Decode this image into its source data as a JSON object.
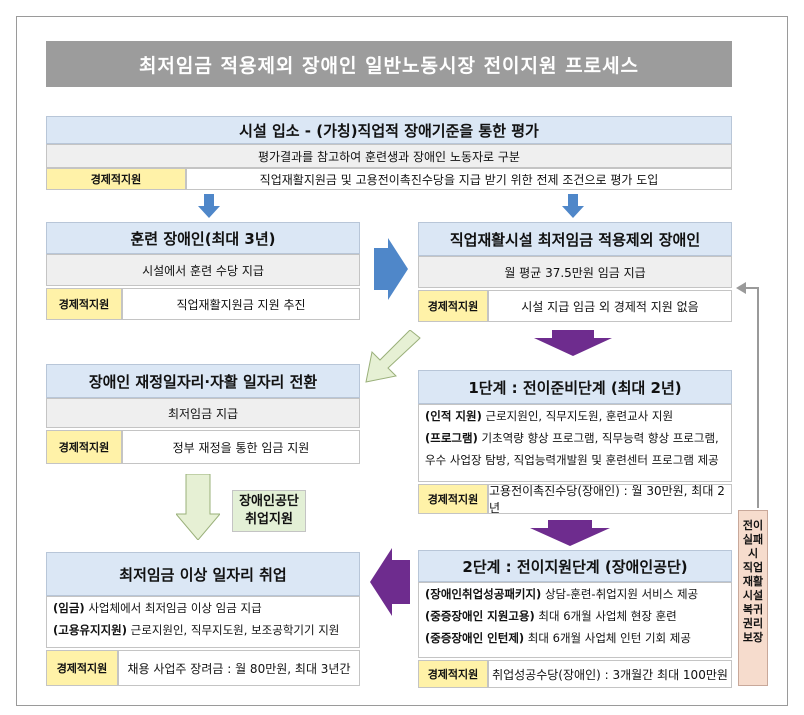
{
  "title": "최저임금 적용제외 장애인 일반노동시장 전이지원 프로세스",
  "econ_label": "경제적지원",
  "top": {
    "heading": "시설 입소 - (가칭)직업적 장애기준을 통한 평가",
    "desc": "평가결과를 참고하여 훈련생과 장애인 노동자로 구분",
    "econ": "직업재활지원금 및 고용전이촉진수당을 지급 받기 위한 전제 조건으로 평가 도입"
  },
  "trainee": {
    "heading": "훈련 장애인(최대 3년)",
    "desc": "시설에서 훈련 수당 지급",
    "econ": "직업재활지원금 지원 추진"
  },
  "excluded": {
    "heading": "직업재활시설 최저임금 적용제외 장애인",
    "desc": "월 평균 37.5만원 임금 지급",
    "econ": "시설 지급 임금 외 경제적 지원 없음"
  },
  "stage1": {
    "heading": "1단계 : 전이준비단계 (최대 2년)",
    "line1_tag": "(인적 지원)",
    "line1_text": " 근로지원인, 직무지도원, 훈련교사 지원",
    "line2_tag": "(프로그램)",
    "line2_text": " 기초역량 향상 프로그램, 직무능력 향상 프로그램,",
    "line3_text": "우수 사업장 탐방, 직업능력개발원 및 훈련센터 프로그램 제공",
    "econ": "고용전이촉진수당(장애인) : 월 30만원, 최대 2년"
  },
  "public_job": {
    "heading": "장애인 재정일자리·자활 일자리 전환",
    "desc": "최저임금 지급",
    "econ": "정부 재정을 통한 임금 지원"
  },
  "agency_label": {
    "line1": "장애인공단",
    "line2": "취업지원"
  },
  "stage2": {
    "heading": "2단계 : 전이지원단계 (장애인공단)",
    "line1_tag": "(장애인취업성공패키지)",
    "line1_text": " 상담-훈련-취업지원 서비스 제공",
    "line2_tag": "(중증장애인 지원고용)",
    "line2_text": " 최대 6개월 사업체 현장 훈련",
    "line3_tag": "(중증장애인 인턴제)",
    "line3_text": " 최대 6개월 사업체 인턴 기회 제공",
    "econ": "취업성공수당(장애인) : 3개월간 최대 100만원"
  },
  "employment": {
    "heading": "최저임금 이상 일자리 취업",
    "line1_tag": "(임금)",
    "line1_text": " 사업체에서 최저임금 이상 임금 지급",
    "line2_tag": "(고용유지지원)",
    "line2_text": " 근로지원인, 직무지도원, 보조공학기기 지원",
    "econ": "채용 사업주 장려금 : 월 80만원, 최대 3년간"
  },
  "return_note": [
    "전이",
    "실패",
    "시",
    "직업",
    "재활",
    "시설",
    "복귀",
    "권리",
    "보장"
  ],
  "colors": {
    "title_bg": "#9c9c9c",
    "heading_bg": "#dbe7f5",
    "econ_label_bg": "#fff2a8",
    "arrow_blue": "#4f87c9",
    "arrow_purple": "#6e2c8e",
    "arrow_light_green": "#e6f0d4",
    "note_bg": "#f6dccd"
  }
}
